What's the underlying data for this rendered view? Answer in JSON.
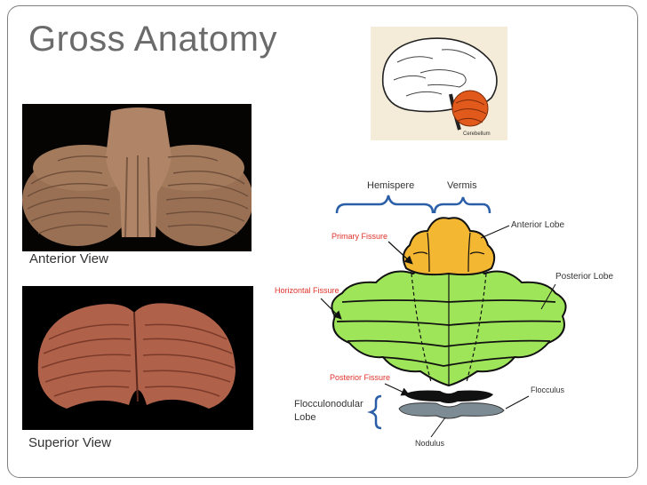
{
  "slide": {
    "title": "Gross Anatomy"
  },
  "photos": {
    "anterior_caption": "Anterior View",
    "superior_caption": "Superior View"
  },
  "brain_thumbnail": {
    "label": "Cerebellum"
  },
  "diagram": {
    "labels": {
      "hemisphere": "Hemispere",
      "vermis": "Vermis",
      "anterior_lobe": "Anterior Lobe",
      "primary_fissure": "Primary Fissure",
      "posterior_lobe": "Posterior Lobe",
      "horizontal_fissure": "Horizontal Fissure",
      "posterior_fissure": "Posterior Fissure",
      "flocculus": "Flocculus",
      "flocculonodular_line1": "Flocculonodular",
      "flocculonodular_line2": "Lobe",
      "nodulus": "Nodulus"
    },
    "colors": {
      "anterior_lobe": "#f4b731",
      "posterior_lobe": "#9fe55a",
      "flocculonodular": "#7c8b94",
      "outline": "#111111",
      "brace": "#2a5fa8",
      "red_label": "#e0322a"
    }
  }
}
